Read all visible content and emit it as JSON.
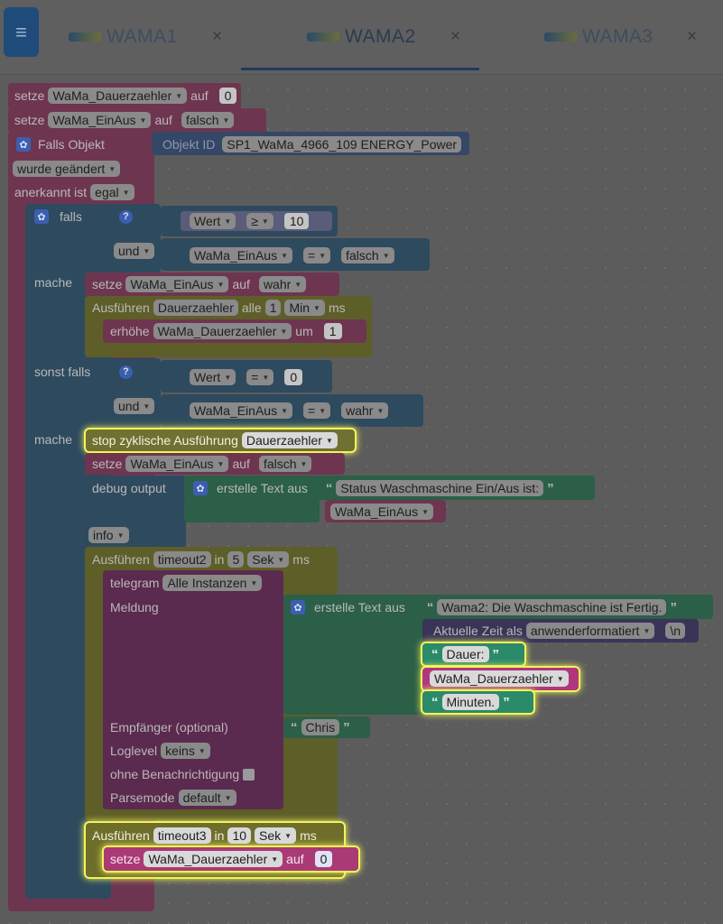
{
  "tabs": [
    {
      "label": "WAMA1"
    },
    {
      "label": "WAMA2"
    },
    {
      "label": "WAMA3"
    }
  ],
  "tab_close_glyph": "×",
  "menu_icon": "hamburger-icon",
  "blocks": {
    "setze1": {
      "setze": "setze",
      "var": "WaMa_Dauerzaehler",
      "auf": "auf",
      "value": "0"
    },
    "setze2": {
      "setze": "setze",
      "var": "WaMa_EinAus",
      "auf": "auf",
      "value": "falsch"
    },
    "falls_objekt": {
      "label": "Falls Objekt",
      "objekt_id_label": "Objekt ID",
      "objekt_id": "SP1_WaMa_4966_109 ENERGY_Power"
    },
    "wurde": {
      "label": "wurde geändert"
    },
    "anerkannt": {
      "label": "anerkannt ist",
      "value": "egal"
    },
    "falls": {
      "label": "falls"
    },
    "cond1": {
      "var": "Wert",
      "op": "≥",
      "value": "10"
    },
    "und1": {
      "label": "und"
    },
    "cond2": {
      "var": "WaMa_EinAus",
      "op": "=",
      "value": "falsch"
    },
    "mache1": {
      "label": "mache"
    },
    "setze3": {
      "setze": "setze",
      "var": "WaMa_EinAus",
      "auf": "auf",
      "value": "wahr"
    },
    "ausfuehren1": {
      "label": "Ausführen",
      "name": "Dauerzaehler",
      "alle": "alle",
      "n": "1",
      "unit": "Min",
      "ms": "ms"
    },
    "erhoehe": {
      "label": "erhöhe",
      "var": "WaMa_Dauerzaehler",
      "um": "um",
      "value": "1"
    },
    "sonst": {
      "label": "sonst falls"
    },
    "cond3": {
      "var": "Wert",
      "op": "=",
      "value": "0"
    },
    "und2": {
      "label": "und"
    },
    "cond4": {
      "var": "WaMa_EinAus",
      "op": "=",
      "value": "wahr"
    },
    "mache2": {
      "label": "mache"
    },
    "stop": {
      "label": "stop zyklische Ausführung",
      "name": "Dauerzaehler"
    },
    "setze4": {
      "setze": "setze",
      "var": "WaMa_EinAus",
      "auf": "auf",
      "value": "falsch"
    },
    "debug": {
      "label": "debug output",
      "erstelle": "erstelle Text aus",
      "text": "Status Waschmaschine Ein/Aus ist:",
      "var": "WaMa_EinAus",
      "level": "info"
    },
    "ausfuehren2": {
      "label": "Ausführen",
      "name": "timeout2",
      "in": "in",
      "n": "5",
      "unit": "Sek",
      "ms": "ms"
    },
    "telegram": {
      "label": "telegram",
      "value": "Alle Instanzen"
    },
    "meldung": {
      "label": "Meldung",
      "erstelle": "erstelle Text aus",
      "text1": "Wama2: Die Waschmaschine ist Fertig.",
      "zeit_label": "Aktuelle Zeit als",
      "zeit_format": "anwenderformatiert",
      "newline": "\\n",
      "text2": "Dauer:",
      "var": "WaMa_Dauerzaehler",
      "text3": "Minuten."
    },
    "empfaenger": {
      "label": "Empfänger (optional)",
      "value": "Chris"
    },
    "loglevel": {
      "label": "Loglevel",
      "value": "keins"
    },
    "ohne": {
      "label": "ohne Benachrichtigung"
    },
    "parsemode": {
      "label": "Parsemode",
      "value": "default"
    },
    "ausfuehren3": {
      "label": "Ausführen",
      "name": "timeout3",
      "in": "in",
      "n": "10",
      "unit": "Sek",
      "ms": "ms"
    },
    "setze5": {
      "setze": "setze",
      "var": "WaMa_Dauerzaehler",
      "auf": "auf",
      "value": "0"
    }
  },
  "colors": {
    "variables": "#6e3550",
    "logic": "#2e4a5e",
    "objekt": "#2f3d55",
    "timer": "#6a6a2a",
    "text": "#2b5f47",
    "telegram": "#5b2a4f",
    "highlight": "#f1f45a"
  }
}
